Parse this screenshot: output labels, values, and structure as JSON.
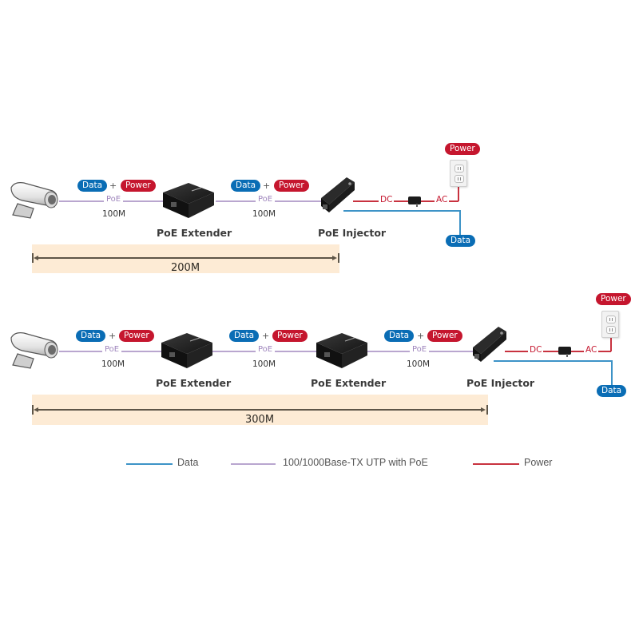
{
  "diagram": {
    "top": {
      "segments": [
        {
          "data": "Data",
          "plus": "+",
          "power": "Power",
          "poe": "PoE",
          "distance": "100M"
        },
        {
          "data": "Data",
          "plus": "+",
          "power": "Power",
          "poe": "PoE",
          "distance": "100M"
        }
      ],
      "devices": {
        "extender": "PoE Extender",
        "injector": "PoE Injector"
      },
      "dc": "DC",
      "ac": "AC",
      "outlet_power": "Power",
      "data_out": "Data",
      "range": "200M"
    },
    "bottom": {
      "segments": [
        {
          "data": "Data",
          "plus": "+",
          "power": "Power",
          "poe": "PoE",
          "distance": "100M"
        },
        {
          "data": "Data",
          "plus": "+",
          "power": "Power",
          "poe": "PoE",
          "distance": "100M"
        },
        {
          "data": "Data",
          "plus": "+",
          "power": "Power",
          "poe": "PoE",
          "distance": "100M"
        }
      ],
      "devices": {
        "extender1": "PoE Extender",
        "extender2": "PoE Extender",
        "injector": "PoE Injector"
      },
      "dc": "DC",
      "ac": "AC",
      "outlet_power": "Power",
      "data_out": "Data",
      "range": "300M"
    }
  },
  "legend": [
    {
      "label": "Data",
      "color": "#3d93c7"
    },
    {
      "label": "100/1000Base-TX UTP with PoE",
      "color": "#b9a6cf"
    },
    {
      "label": "Power",
      "color": "#c8323f"
    }
  ],
  "colors": {
    "data": "#0a6db5",
    "power": "#c5162e",
    "poe": "#b9a6cf",
    "range": "#fdebd5"
  }
}
